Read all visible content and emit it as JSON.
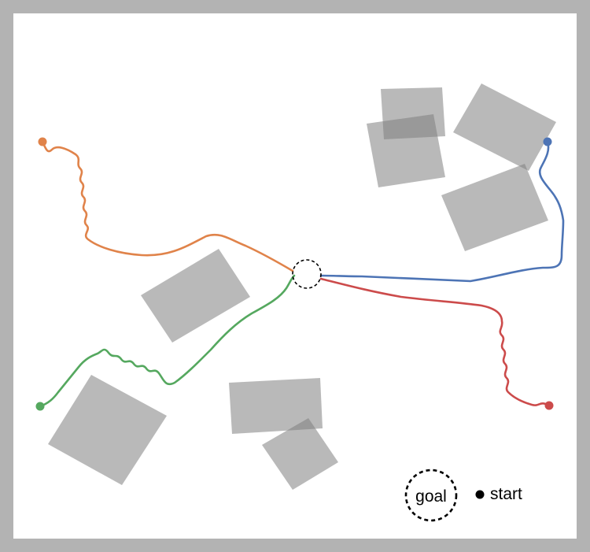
{
  "legend": {
    "goal_label": "goal",
    "start_label": "start"
  },
  "colors": {
    "wall": "#b3b3b3",
    "obstacle": "#808080",
    "path_orange": "#e0834a",
    "path_green": "#55a85f",
    "path_blue": "#4d74b5",
    "path_red": "#cc4b4b",
    "goal_marker": "#000000"
  },
  "paths": [
    {
      "id": "orange",
      "color_key": "path_orange"
    },
    {
      "id": "green",
      "color_key": "path_green"
    },
    {
      "id": "blue",
      "color_key": "path_blue"
    },
    {
      "id": "red",
      "color_key": "path_red"
    }
  ]
}
